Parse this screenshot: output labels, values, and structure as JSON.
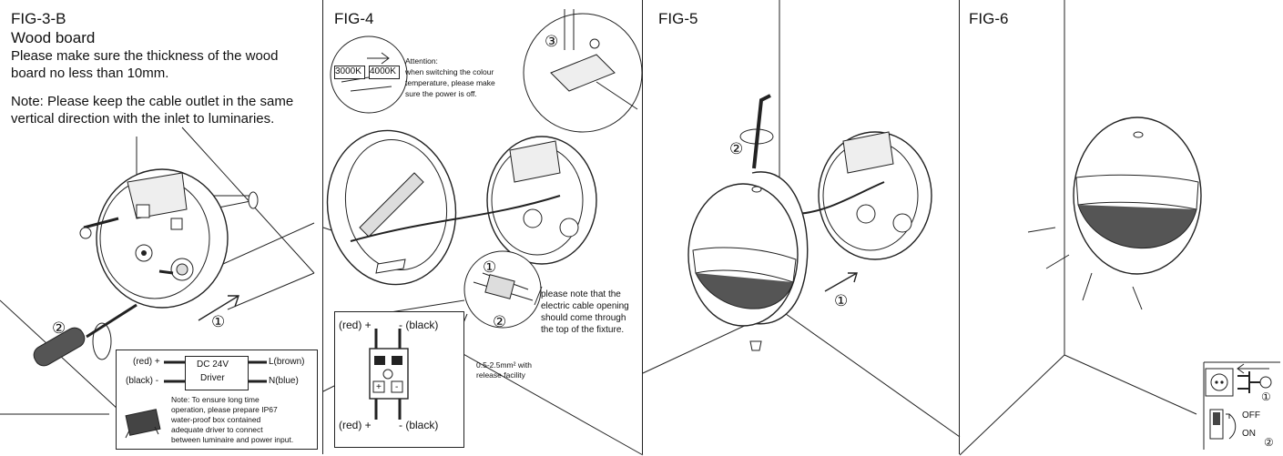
{
  "fig3b": {
    "title": "FIG-3-B",
    "subtitle": "Wood board",
    "thickness_line1": "Please make sure the thickness of the wood",
    "thickness_line2": "board no less than 10mm.",
    "note_line1": "Note: Please keep the cable outlet in the same",
    "note_line2": "vertical direction with the inlet to luminaries.",
    "step_screwdriver": "②",
    "step_push": "①",
    "driver": {
      "red": "(red) +",
      "black": "(black) -",
      "title_line1": "DC 24V",
      "title_line2": "Driver",
      "brown": "L(brown)",
      "blue": "N(blue)",
      "note_line1": "Note: To ensure long time",
      "note_line2": "operation, please prepare IP67",
      "note_line3": "water-proof box contained",
      "note_line4": "adequate driver to connect",
      "note_line5": "between luminaire and power input."
    }
  },
  "fig4": {
    "title": "FIG-4",
    "cct_left": "3000K",
    "cct_right": "4000K",
    "attention_line1": "Attention:",
    "attention_line2": "when switching the colour",
    "attention_line3": "temperature, please make",
    "attention_line4": "sure the power is off.",
    "step_screw": "③",
    "step_insert": "①",
    "step_push": "②",
    "opening_line1": "please note that the",
    "opening_line2": "electric cable opening",
    "opening_line3": "should come through",
    "opening_line4": "the top of the fixture.",
    "wire_line1": "0.5-2.5mm²  with",
    "wire_line2": "release facility",
    "terminal": {
      "top_red": "(red) +",
      "top_black": "-  (black)",
      "bottom_red": "(red) +",
      "bottom_black": "-  (black)",
      "plus": "+",
      "minus": "-"
    }
  },
  "fig5": {
    "title": "FIG-5",
    "step_key": "②",
    "step_push": "①"
  },
  "fig6": {
    "title": "FIG-6",
    "step_plug": "①",
    "step_switch": "②",
    "off": "OFF",
    "on": "ON"
  }
}
